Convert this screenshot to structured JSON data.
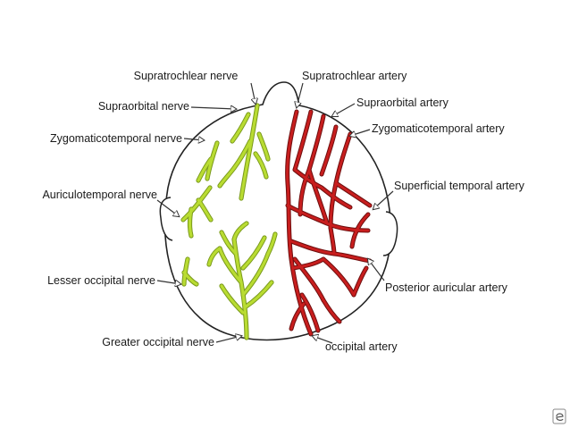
{
  "diagram": {
    "nerve_labels": {
      "supratrochlear": "Supratrochlear nerve",
      "supraorbital": "Supraorbital nerve",
      "zygomaticotemporal": "Zygomaticotemporal nerve",
      "auriculotemporal": "Auriculotemporal nerve",
      "lesser_occipital": "Lesser occipital nerve",
      "greater_occipital": "Greater occipital nerve"
    },
    "artery_labels": {
      "supratrochlear": "Supratrochlear artery",
      "supraorbital": "Supraorbital artery",
      "zygomaticotemporal": "Zygomaticotemporal artery",
      "superficial_temporal": "Superficial temporal artery",
      "posterior_auricular": "Posterior auricular artery",
      "occipital": "occipital artery"
    },
    "colors": {
      "nerve": "#b9dc32",
      "nerve_outline": "#7a9a1c",
      "artery": "#c81e1e",
      "artery_outline": "#6e0e0e",
      "outline": "#222222"
    },
    "icons": {
      "pointer": "arrow-pointer-icon",
      "corner": "slide-logo-icon"
    }
  }
}
